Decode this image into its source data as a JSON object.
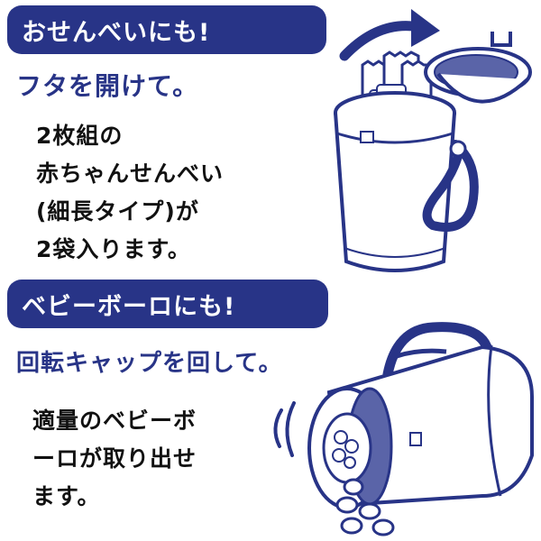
{
  "section_senbei": {
    "banner": "おせんべいにも!",
    "instruction": "フタを開けて。",
    "description_lines": [
      "2枚組の",
      "赤ちゃんせんべい",
      "(細長タイプ)が",
      "2袋入ります。"
    ]
  },
  "section_boro": {
    "banner": "ベビーボーロにも!",
    "instruction": "回転キャップを回して。",
    "description_lines": [
      "適量のベビーボ",
      "ーロが取り出せ",
      "ます。"
    ]
  },
  "colors": {
    "navy": "#283487",
    "container_fill": "#ffffff",
    "lid_mesh": "#5a64a8"
  },
  "icons": {
    "arrow": "curved-arrow-icon",
    "container_open": "open-lid-container-illustration",
    "container_tilted": "tilted-container-illustration"
  }
}
